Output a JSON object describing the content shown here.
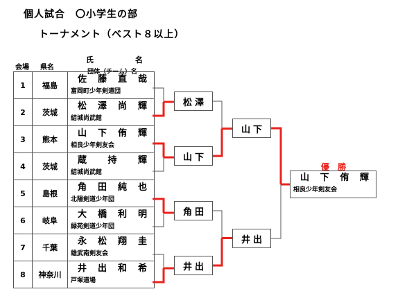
{
  "heading": {
    "title": "個人試合　〇小学生の部",
    "subtitle": "トーナメント（ベスト８以上）"
  },
  "columns": {
    "venue": "会場",
    "prefecture": "県名",
    "name_top": [
      "氏",
      "名"
    ],
    "name_bottom": "団体（チーム）名"
  },
  "entrants": [
    {
      "no": "1",
      "prefecture": "福島",
      "name": [
        "佐",
        "藤",
        "直",
        "哉"
      ],
      "team": "富岡町少年剣道団"
    },
    {
      "no": "2",
      "prefecture": "茨城",
      "name": [
        "松",
        "澤",
        "尚",
        "輝"
      ],
      "team": "結城尚武館"
    },
    {
      "no": "3",
      "prefecture": "熊本",
      "name": [
        "山",
        "下",
        "侑",
        "輝"
      ],
      "team": "相良少年剣友会"
    },
    {
      "no": "4",
      "prefecture": "茨城",
      "name": [
        "蔵",
        "持",
        "輝"
      ],
      "team": "結城尚武館"
    },
    {
      "no": "5",
      "prefecture": "島根",
      "name": [
        "角",
        "田",
        "純",
        "也"
      ],
      "team": "北陽剣道少年団"
    },
    {
      "no": "6",
      "prefecture": "岐阜",
      "name": [
        "大",
        "橋",
        "利",
        "明"
      ],
      "team": "緑苑剣道少年団"
    },
    {
      "no": "7",
      "prefecture": "千葉",
      "name": [
        "永",
        "松",
        "翔",
        "圭"
      ],
      "team": "雄武南剣友会"
    },
    {
      "no": "8",
      "prefecture": "神奈川",
      "name": [
        "井",
        "出",
        "和",
        "希"
      ],
      "team": "戸塚道場"
    }
  ],
  "round1": [
    [
      "松",
      "澤"
    ],
    [
      "山",
      "下"
    ],
    [
      "角",
      "田"
    ],
    [
      "井",
      "出"
    ]
  ],
  "round2": [
    [
      "山",
      "下"
    ],
    [
      "井",
      "出"
    ]
  ],
  "winner": {
    "label": "優 勝",
    "name": [
      "山",
      "下",
      "侑",
      "輝"
    ],
    "team": "相良少年剣友会"
  },
  "colors": {
    "winner_line": "#e8231e",
    "line": "#555555",
    "winner_label": "#e8231e"
  }
}
